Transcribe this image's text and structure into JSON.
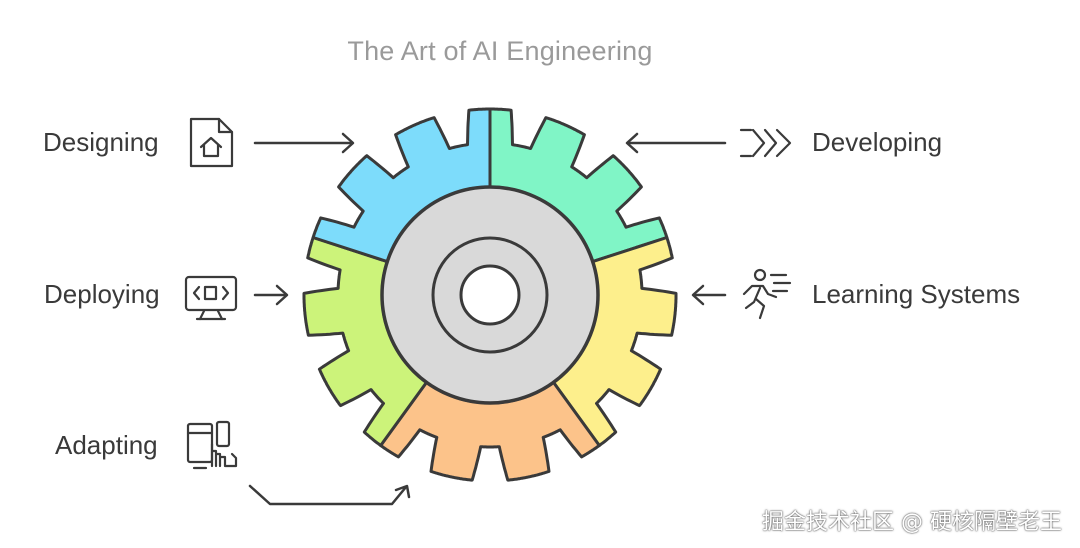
{
  "title": "The Art of AI Engineering",
  "labels": {
    "designing": "Designing",
    "developing": "Developing",
    "deploying": "Deploying",
    "learning_systems": "Learning Systems",
    "adapting": "Adapting"
  },
  "icons": {
    "designing": "document-house-icon",
    "developing": "fast-forward-chevrons-icon",
    "deploying": "monitor-code-icon",
    "learning_systems": "running-person-icon",
    "adapting": "responsive-devices-touch-icon"
  },
  "segment_colors": {
    "designing": "#7ddcfb",
    "developing": "#80f5c6",
    "learning_systems": "#fdef8c",
    "adapting": "#fcc38a",
    "deploying": "#ccf37a",
    "hub": "#d9d9d9"
  },
  "watermark": "掘金技术社区 @ 硬核隔壁老王"
}
